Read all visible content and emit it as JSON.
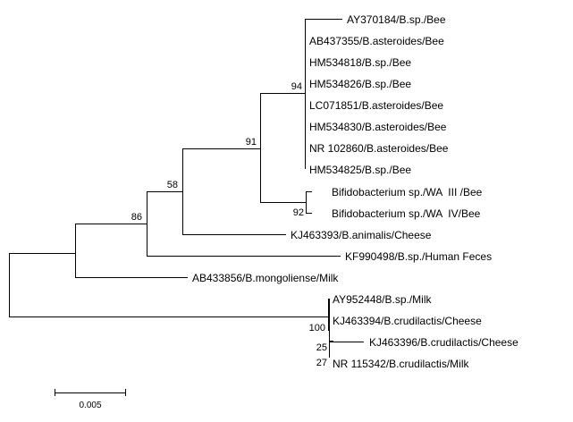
{
  "tree": {
    "leaves": [
      "AY370184/B.sp./Bee",
      "AB437355/B.asteroides/Bee",
      "HM534818/B.sp./Bee",
      "HM534826/B.sp./Bee",
      "LC071851/B.asteroides/Bee",
      "HM534830/B.asteroides/Bee",
      "NR 102860/B.asteroides/Bee",
      "HM534825/B.sp./Bee",
      "Bifidobacterium sp./WA  III /Bee",
      "Bifidobacterium sp./WA  IV/Bee",
      "KJ463393/B.animalis/Cheese",
      "KF990498/B.sp./Human Feces",
      "AB433856/B.mongoliense/Milk",
      "AY952448/B.sp./Milk",
      "KJ463394/B.crudilactis/Cheese",
      "KJ463396/B.crudilactis/Cheese",
      "NR 115342/B.crudilactis/Milk"
    ],
    "bootstrap": {
      "bee_clade": "94",
      "bee_wa_clade": "91",
      "animalis_clade": "58",
      "human_clade": "86",
      "wa_pair": "92",
      "milk_clade": "100",
      "crud_pair": "25",
      "crud_inner": "27"
    },
    "scale_bar": "0.005"
  }
}
